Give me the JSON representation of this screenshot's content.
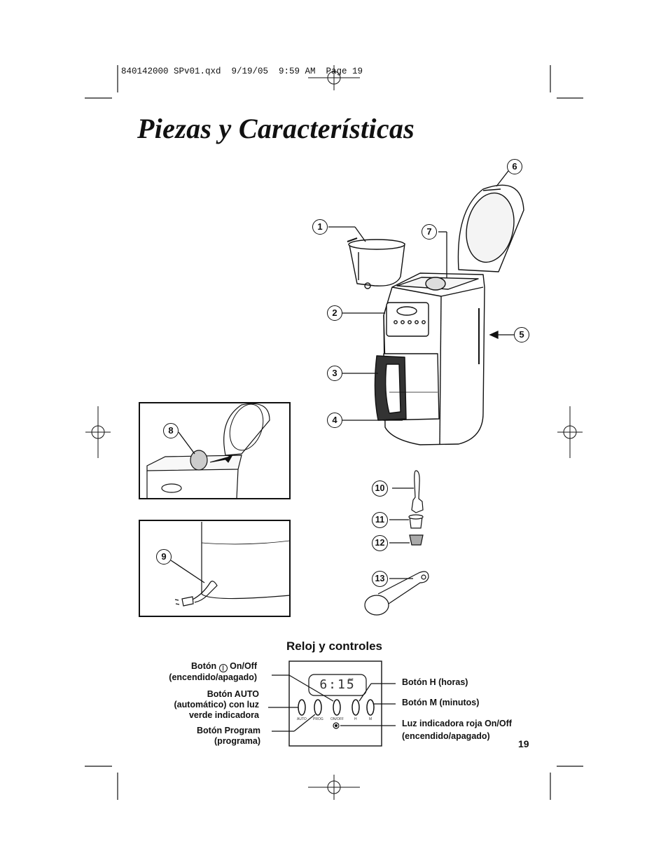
{
  "slug": "840142000 SPv01.qxd  9/19/05  9:59 AM  Page 19",
  "title": "Piezas y Características",
  "callouts": [
    "1",
    "2",
    "3",
    "4",
    "5",
    "6",
    "7",
    "8",
    "9",
    "10",
    "11",
    "12",
    "13"
  ],
  "controls": {
    "heading": "Reloj y controles",
    "onoff_line1": "Botón",
    "onoff_line1b": "On/Off",
    "onoff_line2": "(encendido/apagado)",
    "auto_line1": "Botón AUTO",
    "auto_line2": "(automático) con luz",
    "auto_line3": "verde indicadora",
    "program_line1": "Botón Program",
    "program_line2": "(programa)",
    "h_label": "Botón H (horas)",
    "m_label": "Botón M (minutos)",
    "red_line1": "Luz indicadora roja On/Off",
    "red_line2": "(encendido/apagado)",
    "display_time": "6:15",
    "display_ampm": "AM",
    "panel_labels": [
      "AUTO",
      "PROG",
      "ON/OFF",
      "H",
      "M"
    ]
  },
  "page_number": "19"
}
